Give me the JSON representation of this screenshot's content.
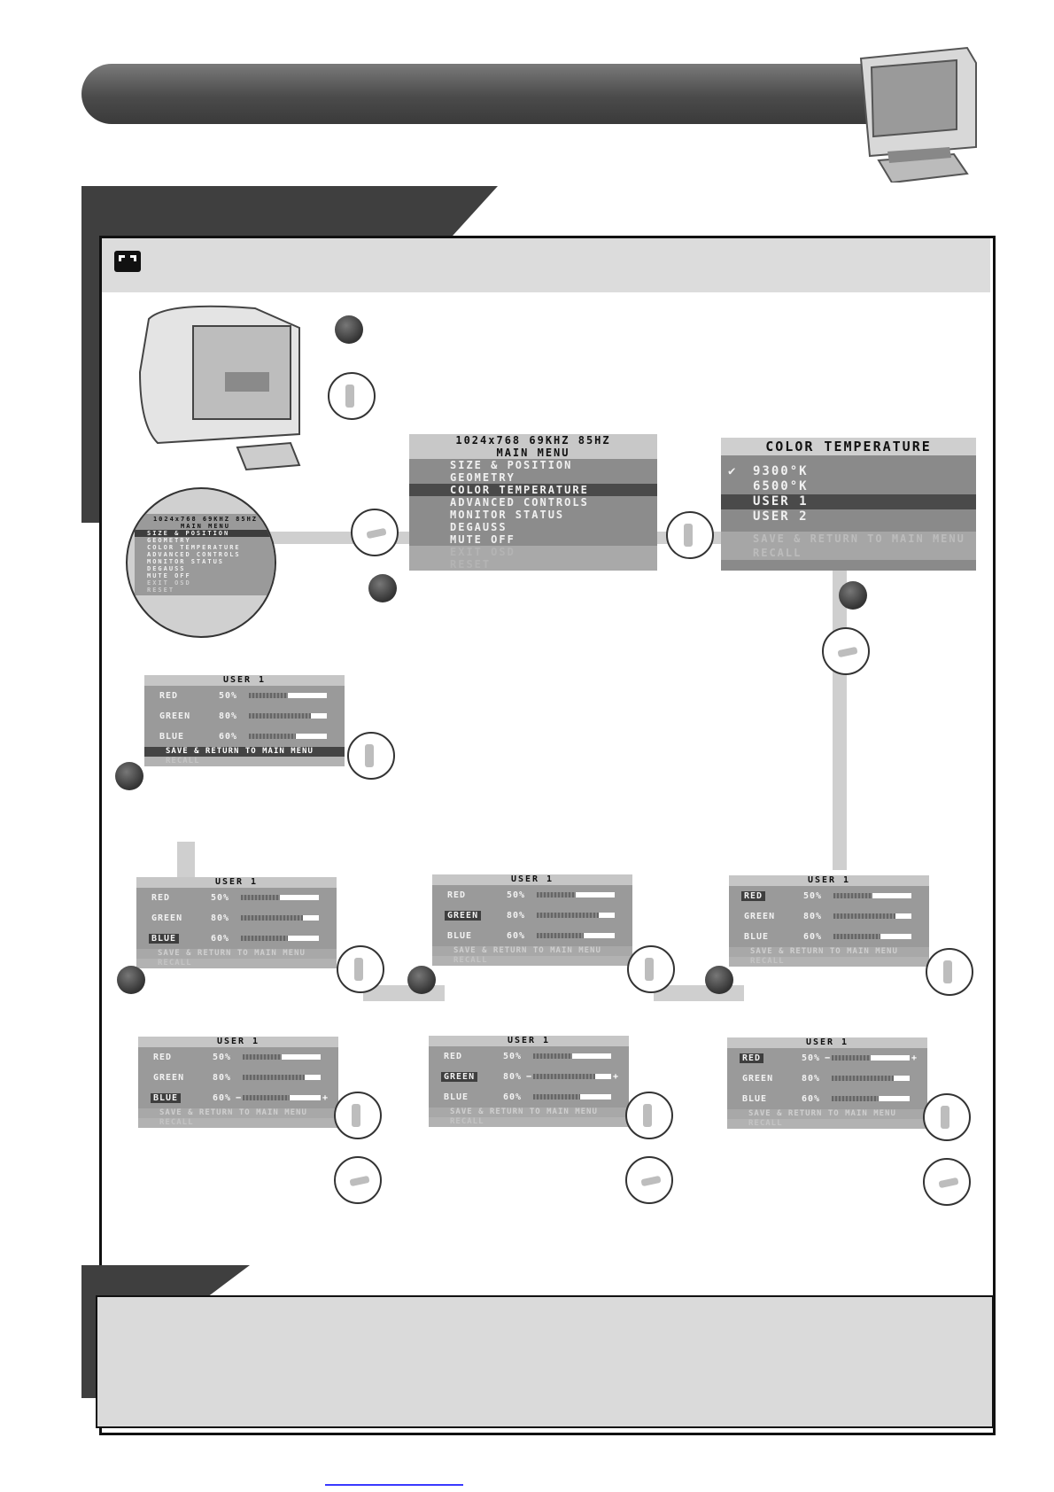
{
  "main_menu": {
    "header_line1": "1024x768  69KHZ 85HZ",
    "header_line2": "MAIN MENU",
    "items": [
      "SIZE & POSITION",
      "GEOMETRY",
      "COLOR TEMPERATURE",
      "ADVANCED CONTROLS",
      "MONITOR STATUS",
      "DEGAUSS",
      "MUTE OFF"
    ],
    "dim_items": [
      "EXIT OSD",
      "RESET"
    ],
    "selected": "COLOR TEMPERATURE"
  },
  "color_temperature": {
    "title": "COLOR TEMPERATURE",
    "options": [
      "9300°K",
      "6500°K",
      "USER 1",
      "USER 2"
    ],
    "checked": "9300°K",
    "selected": "USER 1",
    "save": "SAVE & RETURN TO MAIN MENU",
    "recall": "RECALL"
  },
  "user_panel": {
    "title": "USER 1",
    "red_label": "RED",
    "green_label": "GREEN",
    "blue_label": "BLUE",
    "red_pct": "50%",
    "green_pct": "80%",
    "blue_pct": "60%",
    "red_level": 0.5,
    "green_level": 0.8,
    "blue_level": 0.6,
    "save": "SAVE & RETURN TO MAIN MENU",
    "recall": "RECALL",
    "minus": "−",
    "plus": "+"
  },
  "zoom_menu": {
    "header_line1": "1024x768  69KHZ 85HZ",
    "header_line2": "MAIN MENU",
    "items": [
      "SIZE & POSITION",
      "GEOMETRY",
      "COLOR TEMPERATURE",
      "ADVANCED CONTROLS",
      "MONITOR STATUS",
      "DEGAUSS",
      "MUTE OFF",
      "EXIT OSD",
      "RESET"
    ]
  }
}
